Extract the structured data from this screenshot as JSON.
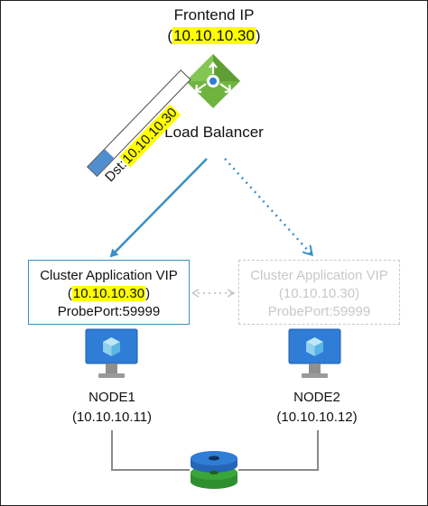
{
  "frontend": {
    "title": "Frontend IP",
    "ip": "10.10.10.30",
    "paren_open": "(",
    "paren_close": ")"
  },
  "load_balancer": {
    "label": "Load Balancer"
  },
  "packet": {
    "dst_label": "Dst:",
    "dst_ip": "10.10.10.30",
    "progress": 0.18
  },
  "vip_active": {
    "title": "Cluster Application VIP",
    "ip": "10.10.10.30",
    "probe": "ProbePort:59999",
    "paren_open": "(",
    "paren_close": ")"
  },
  "vip_inactive": {
    "title": "Cluster Application VIP",
    "ip_line": "(10.10.10.30)",
    "probe": "ProbePort:59999"
  },
  "node1": {
    "name": "NODE1",
    "ip_line": "(10.10.10.11)"
  },
  "node2": {
    "name": "NODE2",
    "ip_line": "(10.10.10.12)"
  },
  "colors": {
    "accent_blue": "#3b8fc6",
    "highlight": "#ffff00",
    "lb_green": "#6fb43f",
    "inactive_gray": "#c8c8c8",
    "storage_green": "#3aa63a",
    "storage_blue": "#2f7dd6"
  },
  "icons": [
    "load-balancer-icon",
    "monitor-icon",
    "storage-disk-icon"
  ]
}
